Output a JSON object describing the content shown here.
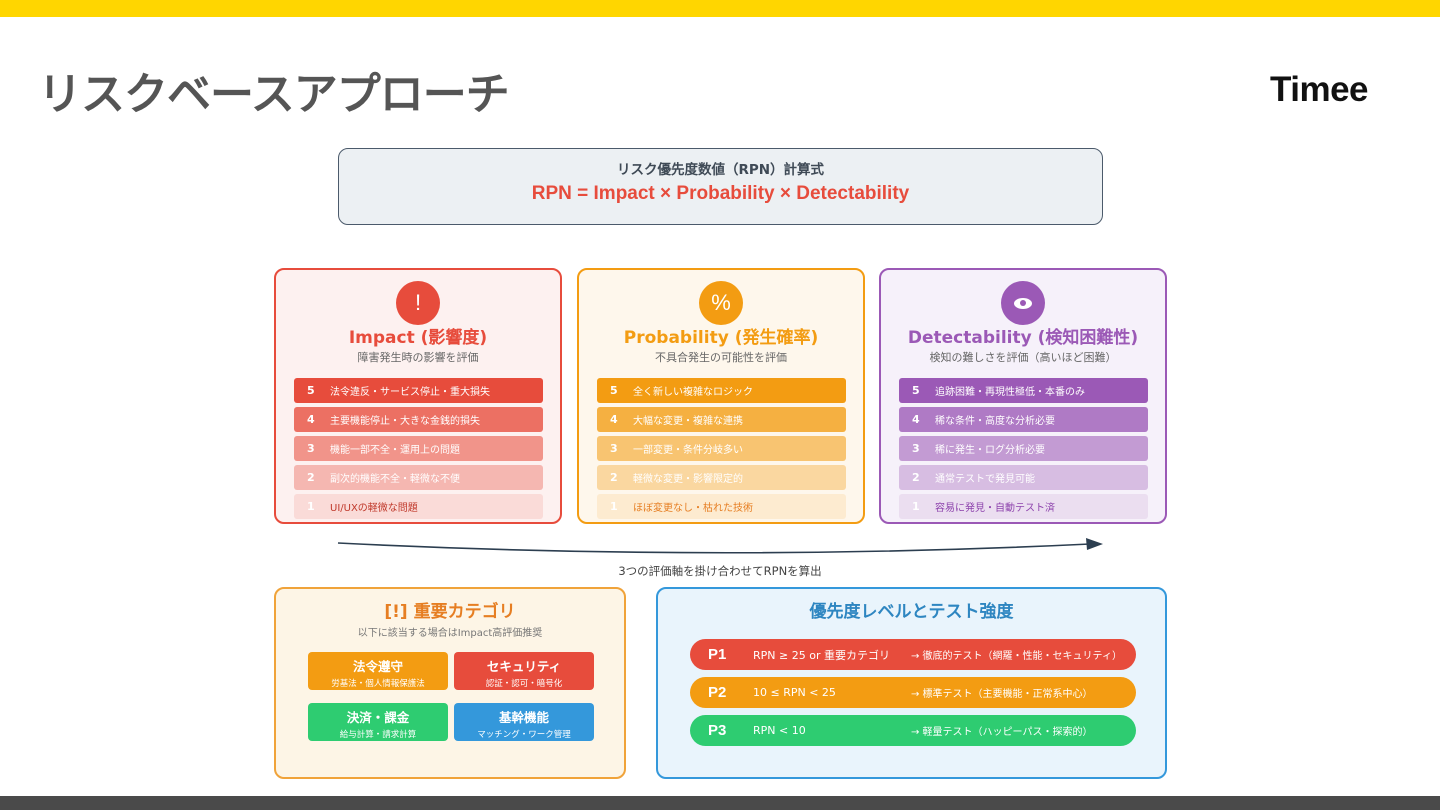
{
  "slide": {
    "title": "リスクベースアプローチ",
    "logo": "Timee"
  },
  "formula": {
    "label": "リスク優先度数値（RPN）計算式",
    "equation": "RPN = Impact × Probability × Detectability"
  },
  "axes": [
    {
      "key": "impact",
      "icon": "exclamation-icon",
      "icon_glyph": "!",
      "title": "Impact (影響度)",
      "subtitle": "障害発生時の影響を評価",
      "accent": "#e74c3c",
      "levels": [
        {
          "num": "5",
          "text": "法令違反・サービス停止・重大損失"
        },
        {
          "num": "4",
          "text": "主要機能停止・大きな金銭的損失"
        },
        {
          "num": "3",
          "text": "機能一部不全・運用上の問題"
        },
        {
          "num": "2",
          "text": "副次的機能不全・軽微な不便"
        },
        {
          "num": "1",
          "text": "UI/UXの軽微な問題"
        }
      ]
    },
    {
      "key": "probability",
      "icon": "percent-icon",
      "icon_glyph": "%",
      "title": "Probability (発生確率)",
      "subtitle": "不具合発生の可能性を評価",
      "accent": "#f39c12",
      "levels": [
        {
          "num": "5",
          "text": "全く新しい複雑なロジック"
        },
        {
          "num": "4",
          "text": "大幅な変更・複雑な連携"
        },
        {
          "num": "3",
          "text": "一部変更・条件分岐多い"
        },
        {
          "num": "2",
          "text": "軽微な変更・影響限定的"
        },
        {
          "num": "1",
          "text": "ほぼ変更なし・枯れた技術"
        }
      ]
    },
    {
      "key": "detectability",
      "icon": "eye-icon",
      "icon_glyph": "",
      "title": "Detectability (検知困難性)",
      "subtitle": "検知の難しさを評価（高いほど困難）",
      "accent": "#9b59b6",
      "levels": [
        {
          "num": "5",
          "text": "追跡困難・再現性極低・本番のみ"
        },
        {
          "num": "4",
          "text": "稀な条件・高度な分析必要"
        },
        {
          "num": "3",
          "text": "稀に発生・ログ分析必要"
        },
        {
          "num": "2",
          "text": "通常テストで発見可能"
        },
        {
          "num": "1",
          "text": "容易に発見・自動テスト済"
        }
      ]
    }
  ],
  "flow_caption": "3つの評価軸を掛け合わせてRPNを算出",
  "critical": {
    "title": "[!] 重要カテゴリ",
    "subtitle": "以下に該当する場合はImpact高評価推奨",
    "tiles": [
      {
        "title": "法令遵守",
        "sub": "労基法・個人情報保護法",
        "color": "#f39c12"
      },
      {
        "title": "セキュリティ",
        "sub": "認証・認可・暗号化",
        "color": "#e74c3c"
      },
      {
        "title": "決済・課金",
        "sub": "給与計算・請求計算",
        "color": "#2ecc71"
      },
      {
        "title": "基幹機能",
        "sub": "マッチング・ワーク管理",
        "color": "#3498db"
      }
    ]
  },
  "priority": {
    "title": "優先度レベルとテスト強度",
    "rows": [
      {
        "code": "P1",
        "condition": "RPN ≥ 25 or 重要カテゴリ",
        "result": "→ 徹底的テスト（網羅・性能・セキュリティ）",
        "color": "#e74c3c"
      },
      {
        "code": "P2",
        "condition": "10 ≤ RPN < 25",
        "result": "→ 標準テスト（主要機能・正常系中心）",
        "color": "#f39c12"
      },
      {
        "code": "P3",
        "condition": "RPN < 10",
        "result": "→ 軽量テスト（ハッピーパス・探索的）",
        "color": "#2ecc71"
      }
    ]
  }
}
